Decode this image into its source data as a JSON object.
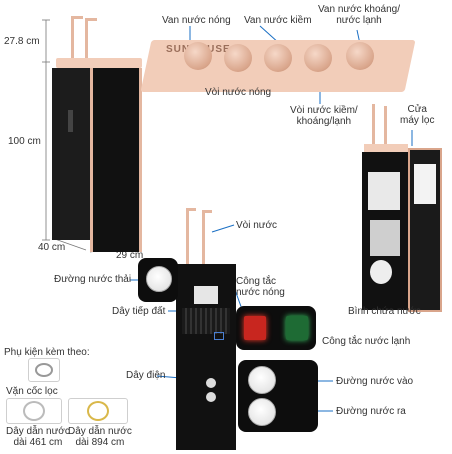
{
  "dimensions": {
    "top_height": "27.8 cm",
    "body_height": "100 cm",
    "depth": "40 cm",
    "width": "29 cm"
  },
  "panel": {
    "brand": "SUNHOUSE",
    "labels": {
      "hot_valve": "Van nước nóng",
      "alkaline_valve": "Van nước kiềm",
      "mineral_valve": "Van nước khoáng/\nnước lạnh",
      "hot_tap": "Vòi nước nóng",
      "alkaline_tap": "Vòi nước kiềm/\nkhoáng/lạnh"
    }
  },
  "interior": {
    "labels": {
      "filter_door": "Cửa\nmáy lọc",
      "tank": "Bình chứa nước"
    }
  },
  "back": {
    "labels": {
      "water_tap": "Vòi nước",
      "waste_line": "Đường nước thải",
      "hot_switch": "Công tắc\nnước nóng",
      "ground_wire": "Dây tiếp đất",
      "cold_switch": "Công tắc nước lạnh",
      "power_cord": "Dây điện",
      "water_in": "Đường nước vào",
      "water_out": "Đường nước ra"
    }
  },
  "accessories": {
    "title": "Phụ kiện kèm theo:",
    "items": [
      {
        "label": "Vặn cốc lọc"
      },
      {
        "label": "Dây dẫn nước\ndài 461 cm"
      },
      {
        "label": "Dây dẫn nước\ndài 894 cm"
      }
    ]
  },
  "colors": {
    "accent": "#1a6fc4",
    "rose_gold": "#e4b7a0",
    "cabinet": "#111111"
  }
}
